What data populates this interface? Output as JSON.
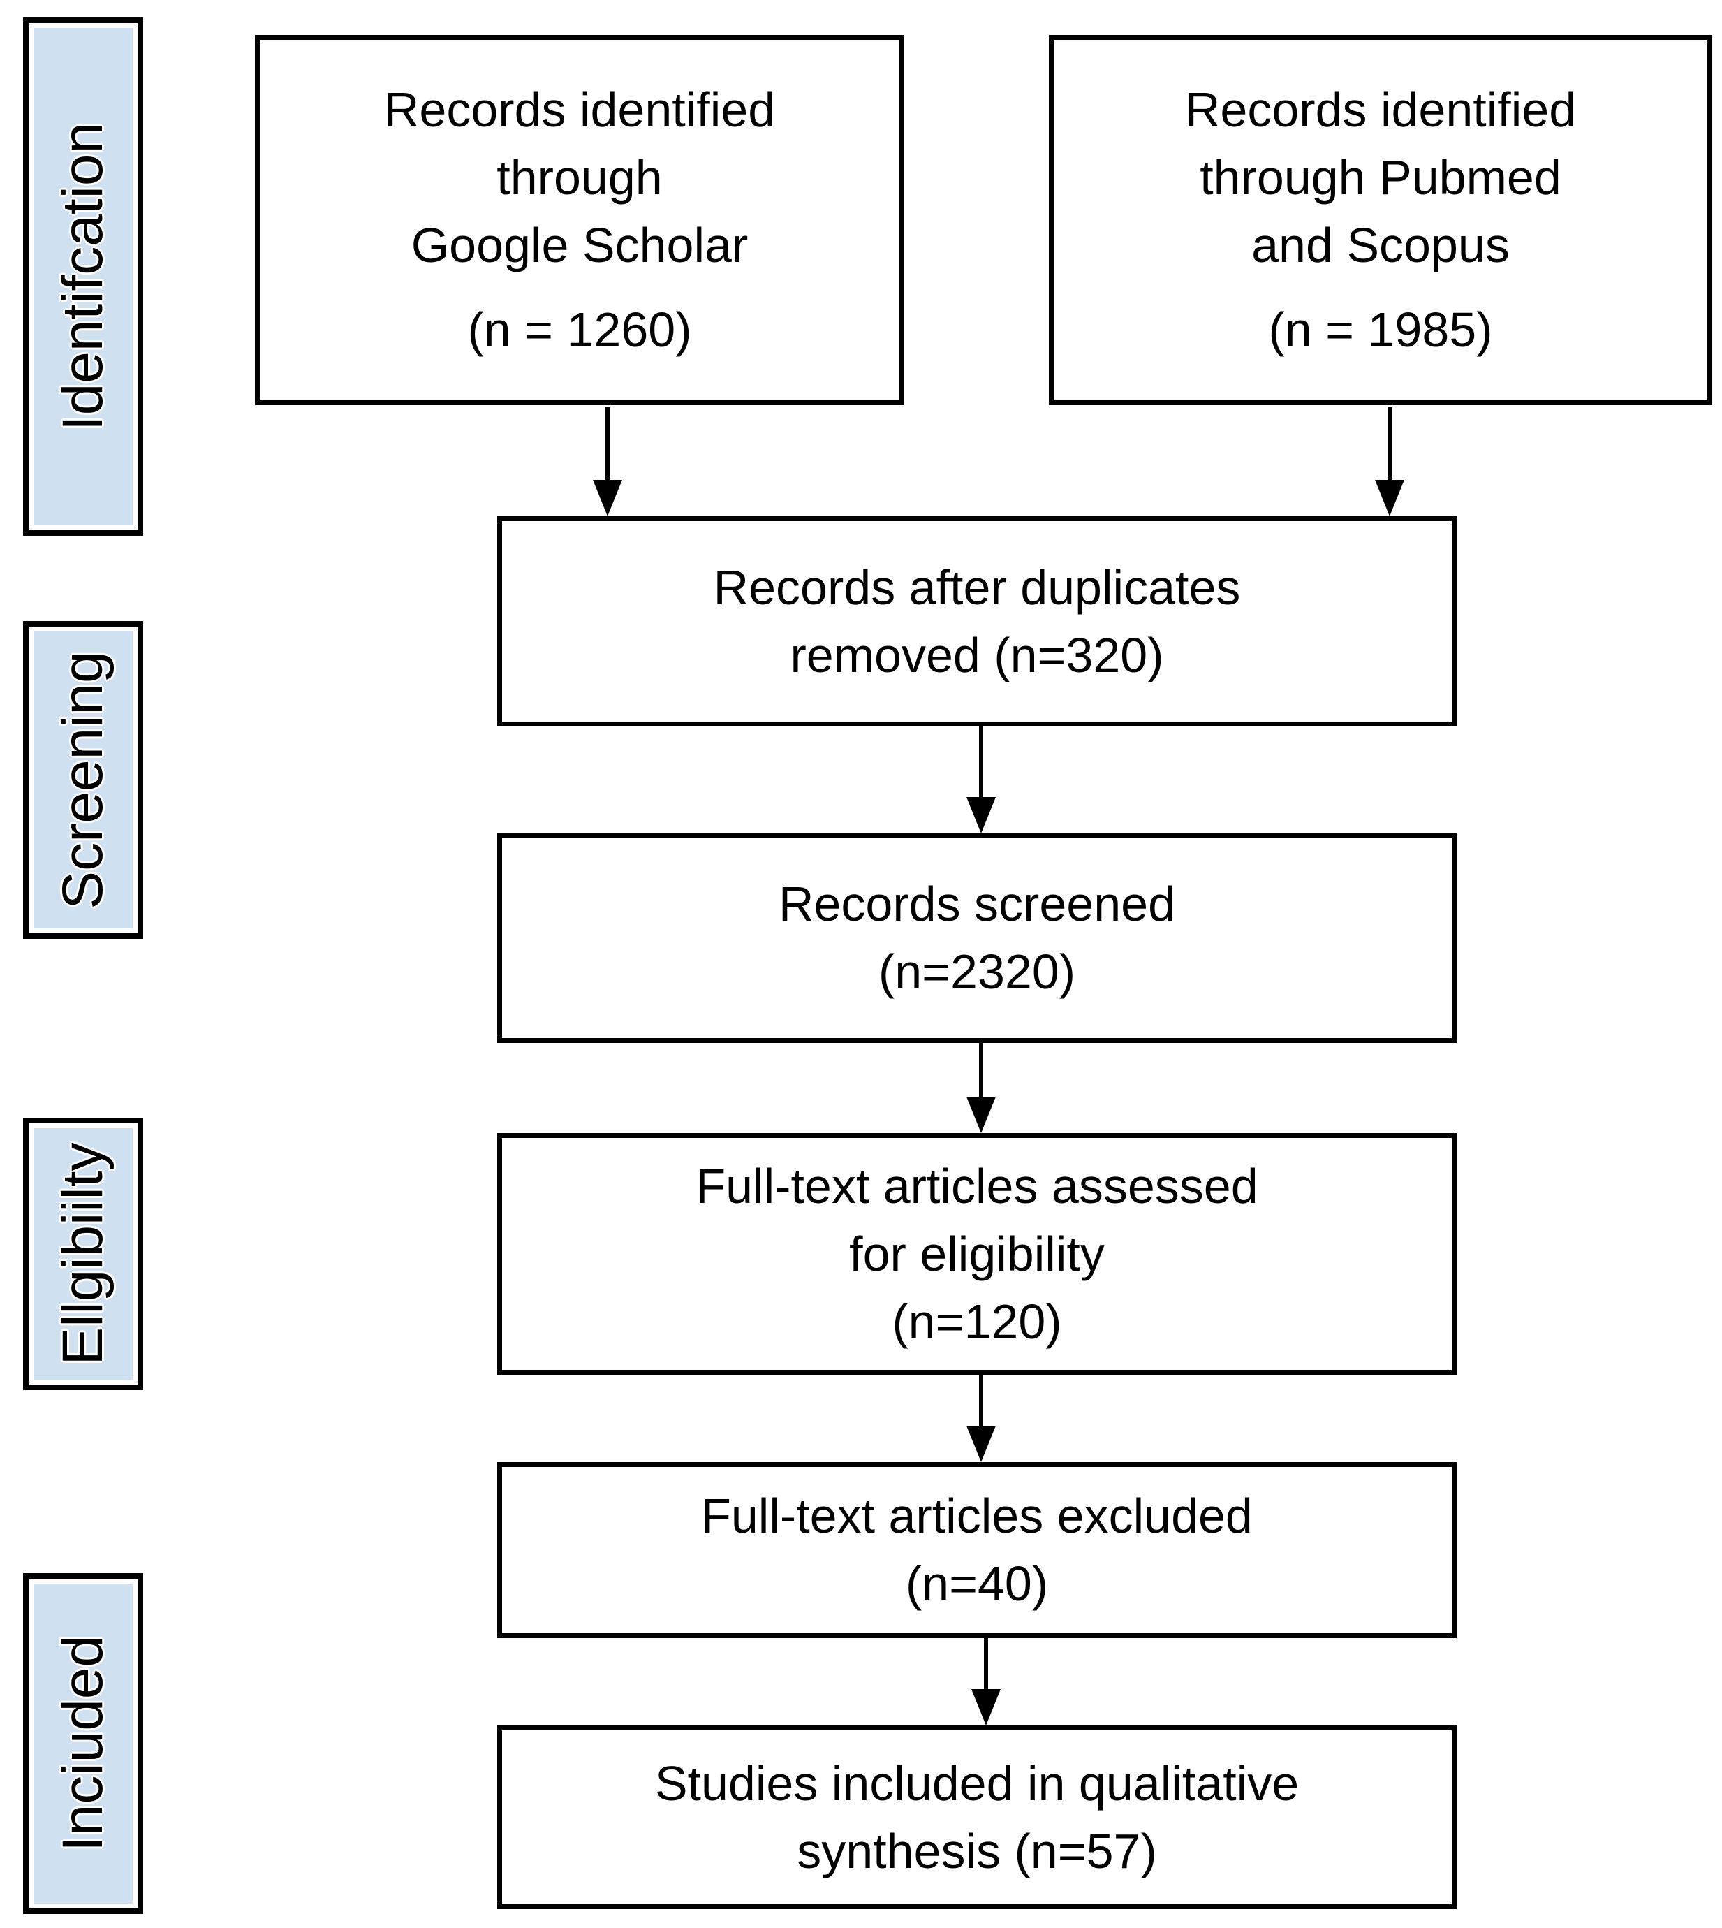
{
  "stages": [
    {
      "id": "identification",
      "label": "Identifcation"
    },
    {
      "id": "screening",
      "label": "Screening"
    },
    {
      "id": "eligibility",
      "label": "Ellgibiilty"
    },
    {
      "id": "included",
      "label": "Inciuded"
    }
  ],
  "boxes": {
    "source_left": {
      "lines": [
        "Records identified",
        "through",
        "Google Scholar"
      ],
      "count": "(n = 1260)"
    },
    "source_right": {
      "lines": [
        "Records identified",
        "through Pubmed",
        "and Scopus"
      ],
      "count": "(n = 1985)"
    },
    "duplicates": {
      "lines": [
        "Records after duplicates",
        "removed (n=320)"
      ]
    },
    "screened": {
      "lines": [
        "Records screened",
        "(n=2320)"
      ]
    },
    "assessed": {
      "lines": [
        "Full-text articles assessed",
        "for eligibility",
        "(n=120)"
      ]
    },
    "excluded": {
      "lines": [
        "Full-text articles excluded",
        "(n=40)"
      ]
    },
    "included": {
      "lines": [
        "Studies included in qualitative",
        "synthesis (n=57)"
      ]
    }
  },
  "colors": {
    "stage_fill": "#cfe0f1",
    "box_fill": "#ffffff",
    "line": "#000000",
    "text": "#000000"
  }
}
